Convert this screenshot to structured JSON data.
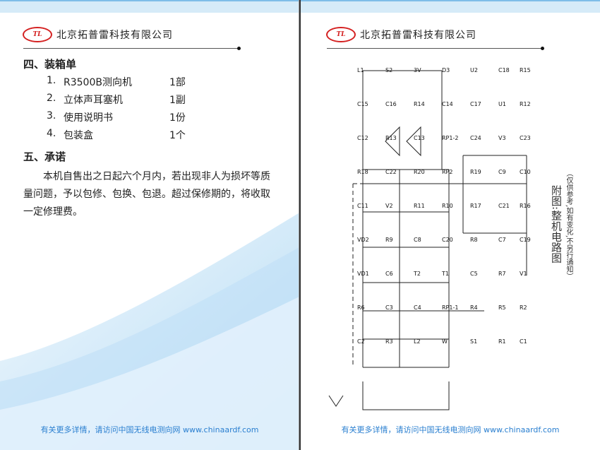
{
  "header": {
    "company": "北京拓普雷科技有限公司"
  },
  "packing": {
    "title": "四、装箱单",
    "items": [
      {
        "num": "1.",
        "name": "R3500B测向机",
        "qty": "1部"
      },
      {
        "num": "2.",
        "name": "立体声耳塞机",
        "qty": "1副"
      },
      {
        "num": "3.",
        "name": "使用说明书",
        "qty": "1份"
      },
      {
        "num": "4.",
        "name": "包装盒",
        "qty": "1个"
      }
    ]
  },
  "promise": {
    "title": "五、承诺",
    "text": "本机自售出之日起六个月内，若出现非人为损坏等质量问题，予以包修、包换、包退。超过保修期的，将收取一定修理费。"
  },
  "footer": {
    "text": "有关更多详情，请访问中国无线电测向网 www.chinaardf.com"
  },
  "circuit": {
    "title": "附图:整机电路图",
    "note": "（仅供参考,如有变化,不另行通知）",
    "labels": [
      "L1",
      "S2",
      "3V",
      "D3",
      "U2",
      "C18",
      "R15",
      "C15",
      "C16",
      "R14",
      "C14",
      "C17",
      "U1",
      "R12",
      "C12",
      "R13",
      "C13",
      "RP1-2",
      "C24",
      "V3",
      "C23",
      "R18",
      "C22",
      "R20",
      "RP2",
      "R19",
      "C9",
      "C10",
      "C11",
      "V2",
      "R11",
      "R10",
      "R17",
      "C21",
      "R16",
      "VD2",
      "R9",
      "C8",
      "C20",
      "R8",
      "C7",
      "C19",
      "VD1",
      "C6",
      "T2",
      "T1",
      "C5",
      "R7",
      "V1",
      "R6",
      "C3",
      "C4",
      "RP1-1",
      "R4",
      "R5",
      "R2",
      "C2",
      "R3",
      "L2",
      "W",
      "S1",
      "R1",
      "C1"
    ]
  }
}
